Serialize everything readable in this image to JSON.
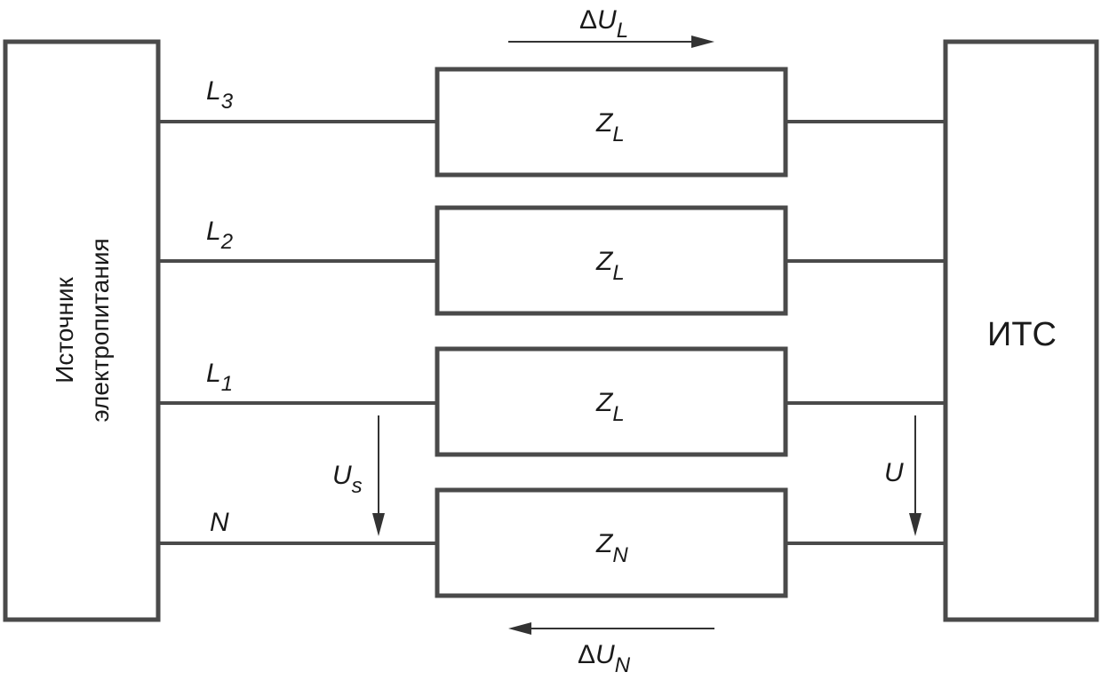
{
  "source_block": {
    "line1": "Источник",
    "line2": "электропитания"
  },
  "load_block": {
    "label": "ИТС"
  },
  "lines": [
    {
      "base": "L",
      "sub": "3",
      "impedance_base": "Z",
      "impedance_sub": "L"
    },
    {
      "base": "L",
      "sub": "2",
      "impedance_base": "Z",
      "impedance_sub": "L"
    },
    {
      "base": "L",
      "sub": "1",
      "impedance_base": "Z",
      "impedance_sub": "L"
    },
    {
      "base": "N",
      "sub": "",
      "impedance_base": "Z",
      "impedance_sub": "N"
    }
  ],
  "voltages": {
    "delta_ul": {
      "prefix": "Δ",
      "base": "U",
      "sub": "L"
    },
    "delta_un": {
      "prefix": "Δ",
      "base": "U",
      "sub": "N"
    },
    "us": {
      "base": "U",
      "sub": "s"
    },
    "u": {
      "base": "U"
    }
  },
  "colors": {
    "stroke": "#4a4a4a",
    "text": "#1a1a1a",
    "background": "#ffffff"
  }
}
